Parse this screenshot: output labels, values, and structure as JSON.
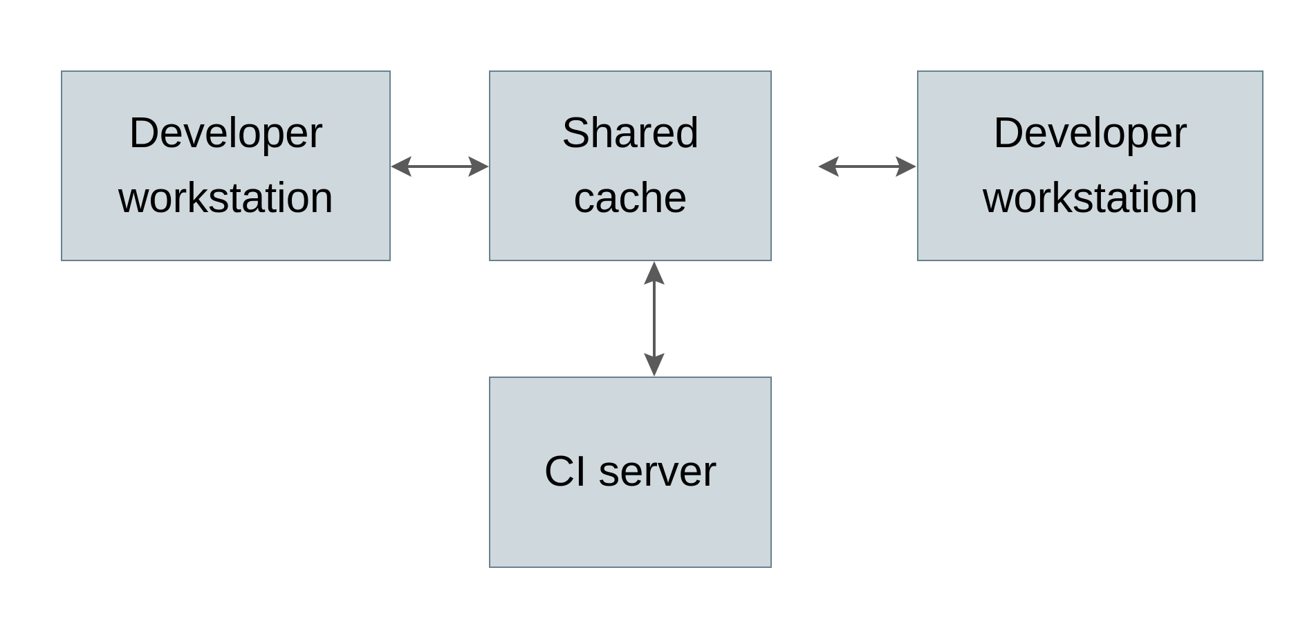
{
  "diagram": {
    "type": "block-diagram",
    "background_color": "#FFFFFF",
    "node_fill_color": "#CFD8DC",
    "node_border_color": "#66818F",
    "connector_color": "#5A5A5A",
    "text_color": "#000000",
    "nodes": [
      {
        "id": "dev-left",
        "label": "Developer\nworkstation",
        "name": "developer-workstation-left"
      },
      {
        "id": "shared",
        "label": "Shared\ncache",
        "name": "shared-cache"
      },
      {
        "id": "dev-right",
        "label": "Developer\nworkstation",
        "name": "developer-workstation-right"
      },
      {
        "id": "ci",
        "label": "CI server",
        "name": "ci-server"
      }
    ],
    "connectors": [
      {
        "id": "left-shared",
        "from": "dev-left",
        "to": "shared",
        "direction": "bidirectional",
        "orientation": "horizontal"
      },
      {
        "id": "shared-right",
        "from": "shared",
        "to": "dev-right",
        "direction": "bidirectional",
        "orientation": "horizontal"
      },
      {
        "id": "shared-ci",
        "from": "shared",
        "to": "ci",
        "direction": "bidirectional",
        "orientation": "vertical"
      }
    ]
  }
}
